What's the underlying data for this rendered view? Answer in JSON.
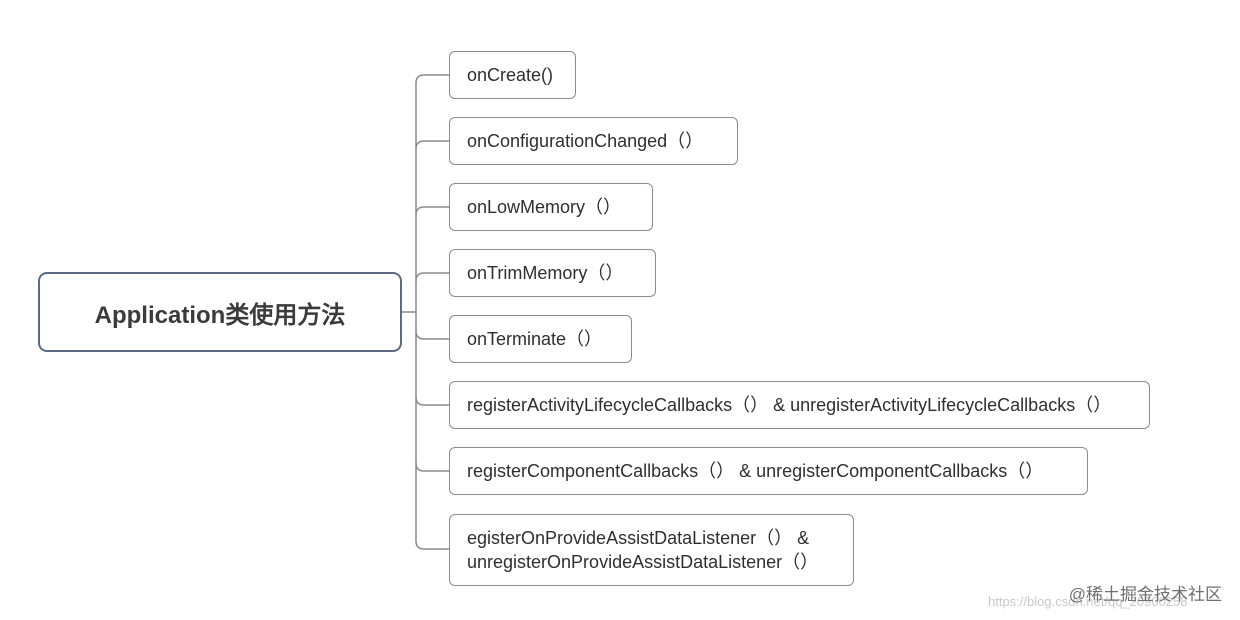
{
  "root": {
    "label": "Application类使用方法"
  },
  "children": [
    {
      "label": "onCreate()"
    },
    {
      "label": "onConfigurationChanged（）"
    },
    {
      "label": "onLowMemory（）"
    },
    {
      "label": "onTrimMemory（）"
    },
    {
      "label": "onTerminate（）"
    },
    {
      "label": "registerActivityLifecycleCallbacks（） & unregisterActivityLifecycleCallbacks（）"
    },
    {
      "label": "registerComponentCallbacks（） & unregisterComponentCallbacks（）"
    },
    {
      "label_line1": "egisterOnProvideAssistDataListener（） &",
      "label_line2": "unregisterOnProvideAssistDataListener（）"
    }
  ],
  "watermark": {
    "text": "@稀土掘金技术社区",
    "url": "https://blog.csdn.net/qq_20900258"
  },
  "colors": {
    "root_border": "#5a6a86",
    "node_border": "#8c8c8c",
    "connector": "#8c8c8c"
  }
}
